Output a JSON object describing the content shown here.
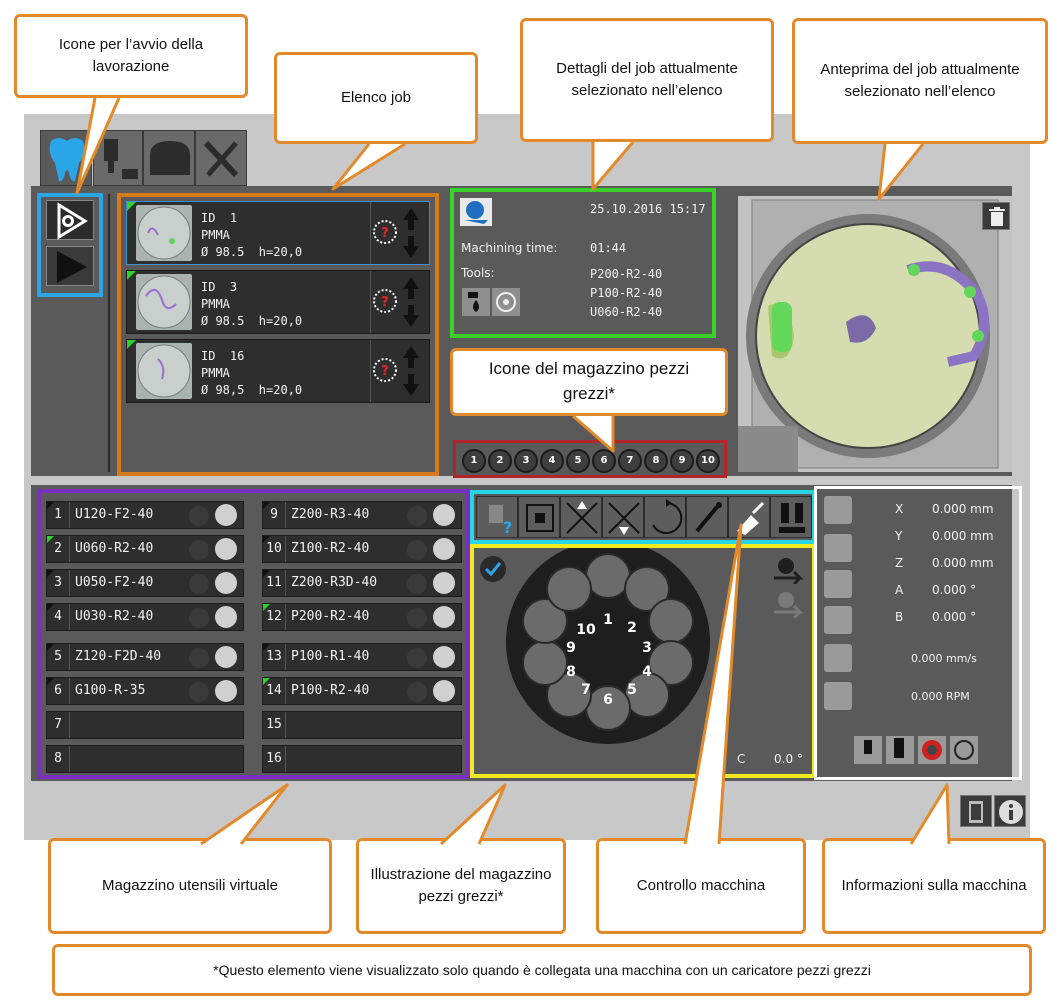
{
  "callouts": {
    "start_icons": "Icone per l’avvio della lavorazione",
    "job_list": "Elenco job",
    "job_details": "Dettagli del job attualmente selezionato nell’elenco",
    "job_preview": "Anteprima del job attualmente selezionato nell’elenco",
    "blank_magazine_icons": "Icone del magazzino pezzi grezzi*",
    "virtual_tool_magazine": "Magazzino utensili virtuale",
    "blank_magazine_illustration": "Illustrazione del magazzino pezzi grezzi*",
    "machine_control": "Controllo macchina",
    "machine_info": "Informazioni sulla macchina",
    "footnote": "*Questo elemento viene visualizzato solo quando è collegata una macchina con un caricatore pezzi grezzi"
  },
  "jobs": [
    {
      "id": "ID  1",
      "material": "PMMA",
      "dims": "Ø 98.5  h=20,0"
    },
    {
      "id": "ID  3",
      "material": "PMMA",
      "dims": "Ø 98.5  h=20,0"
    },
    {
      "id": "ID  16",
      "material": "PMMA",
      "dims": "Ø 98,5  h=20,0"
    }
  ],
  "details": {
    "date": "25.10.2016 15:17",
    "machining_time_label": "Machining time:",
    "machining_time": "01:44",
    "tools_label": "Tools:",
    "tools": [
      "P200-R2-40",
      "P100-R2-40",
      "U060-R2-40"
    ]
  },
  "blank_slots": [
    "1",
    "2",
    "3",
    "4",
    "5",
    "6",
    "7",
    "8",
    "9",
    "10"
  ],
  "tool_slots": [
    {
      "num": "1",
      "name": "U120-F2-40",
      "corner": "black"
    },
    {
      "num": "2",
      "name": "U060-R2-40",
      "corner": "green"
    },
    {
      "num": "3",
      "name": "U050-F2-40",
      "corner": "black"
    },
    {
      "num": "4",
      "name": "U030-R2-40",
      "corner": "black"
    },
    {
      "num": "5",
      "name": "Z120-F2D-40",
      "corner": "black"
    },
    {
      "num": "6",
      "name": "G100-R-35",
      "corner": "black"
    },
    {
      "num": "7",
      "name": ""
    },
    {
      "num": "8",
      "name": ""
    },
    {
      "num": "9",
      "name": "Z200-R3-40",
      "corner": "black"
    },
    {
      "num": "10",
      "name": "Z100-R2-40",
      "corner": "black"
    },
    {
      "num": "11",
      "name": "Z200-R3D-40",
      "corner": "black"
    },
    {
      "num": "12",
      "name": "P200-R2-40",
      "corner": "green"
    },
    {
      "num": "13",
      "name": "P100-R1-40",
      "corner": "black"
    },
    {
      "num": "14",
      "name": "P100-R2-40",
      "corner": "green"
    },
    {
      "num": "15",
      "name": ""
    },
    {
      "num": "16",
      "name": ""
    }
  ],
  "carousel": {
    "labels": [
      "1",
      "2",
      "3",
      "4",
      "5",
      "6",
      "7",
      "8",
      "9",
      "10"
    ],
    "c_label": "C",
    "c_value": "0.0 °"
  },
  "machine": {
    "x_label": "X",
    "x_value": "0.000  mm",
    "y_label": "Y",
    "y_value": "0.000  mm",
    "z_label": "Z",
    "z_value": "0.000  mm",
    "a_label": "A",
    "a_value": "0.000  °",
    "b_label": "B",
    "b_value": "0.000  °",
    "feed": "0.000  mm/s",
    "rpm": "0.000  RPM"
  },
  "colors": {
    "callout_border": "#e28a2b",
    "start_box": "#2aa6e8",
    "job_list_box": "#d67a1c",
    "details_box": "#39d12a",
    "blank_icons_box": "#b3252b",
    "tool_box": "#7a2fc0",
    "control_box": "#27d6e6",
    "carousel_box": "#f0ea1f",
    "info_box": "#ffffff"
  },
  "icons": {
    "tab_dental": "tooth-icon",
    "tab_machine": "machine-icon",
    "tab_blank": "blank-icon",
    "tab_tools": "wrench-screwdriver-icon",
    "start_special": "triangle-gear-icon",
    "start_play": "play-icon",
    "trash": "trash-icon"
  }
}
